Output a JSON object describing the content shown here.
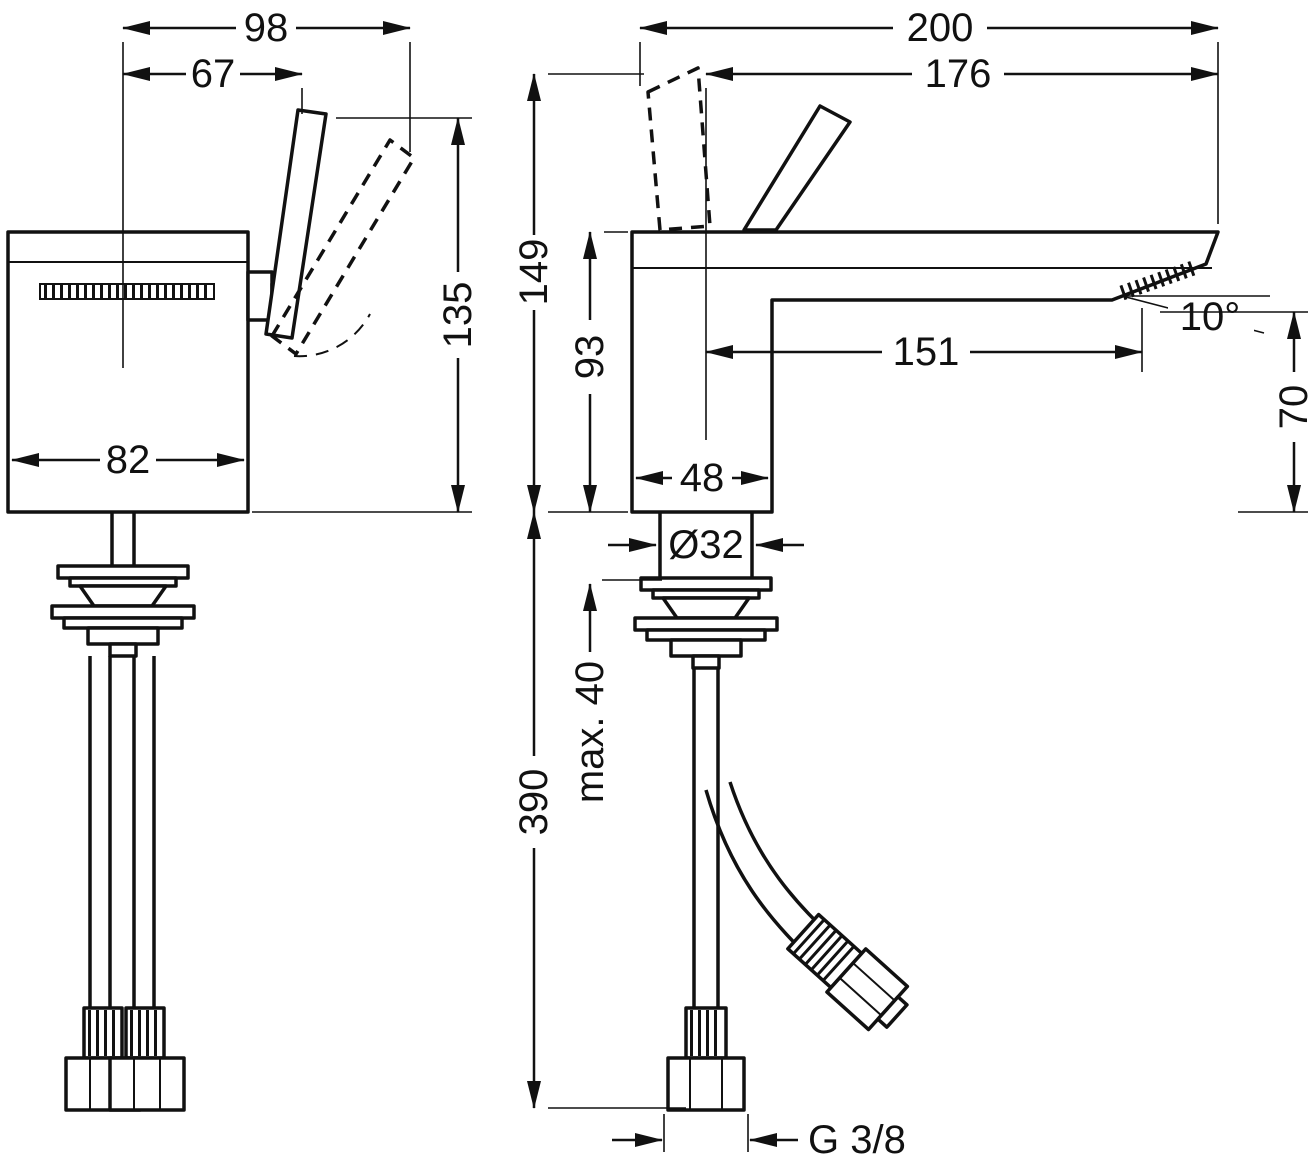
{
  "colors": {
    "line": "#111111",
    "background": "#ffffff"
  },
  "drawing": {
    "left_view": {
      "top_width": "98",
      "handle_projection": "67",
      "height": "135",
      "body_width": "82"
    },
    "right_view": {
      "overall_length": "200",
      "spout_top_length": "176",
      "total_height": "149",
      "spout_height": "93",
      "spout_reach": "151",
      "spout_angle": "10°",
      "outlet_height": "70",
      "body_width": "48",
      "shank_diameter": "Ø32",
      "max_deck_thickness": "max. 40",
      "hose_length": "390",
      "connection_thread": "G 3/8"
    }
  }
}
